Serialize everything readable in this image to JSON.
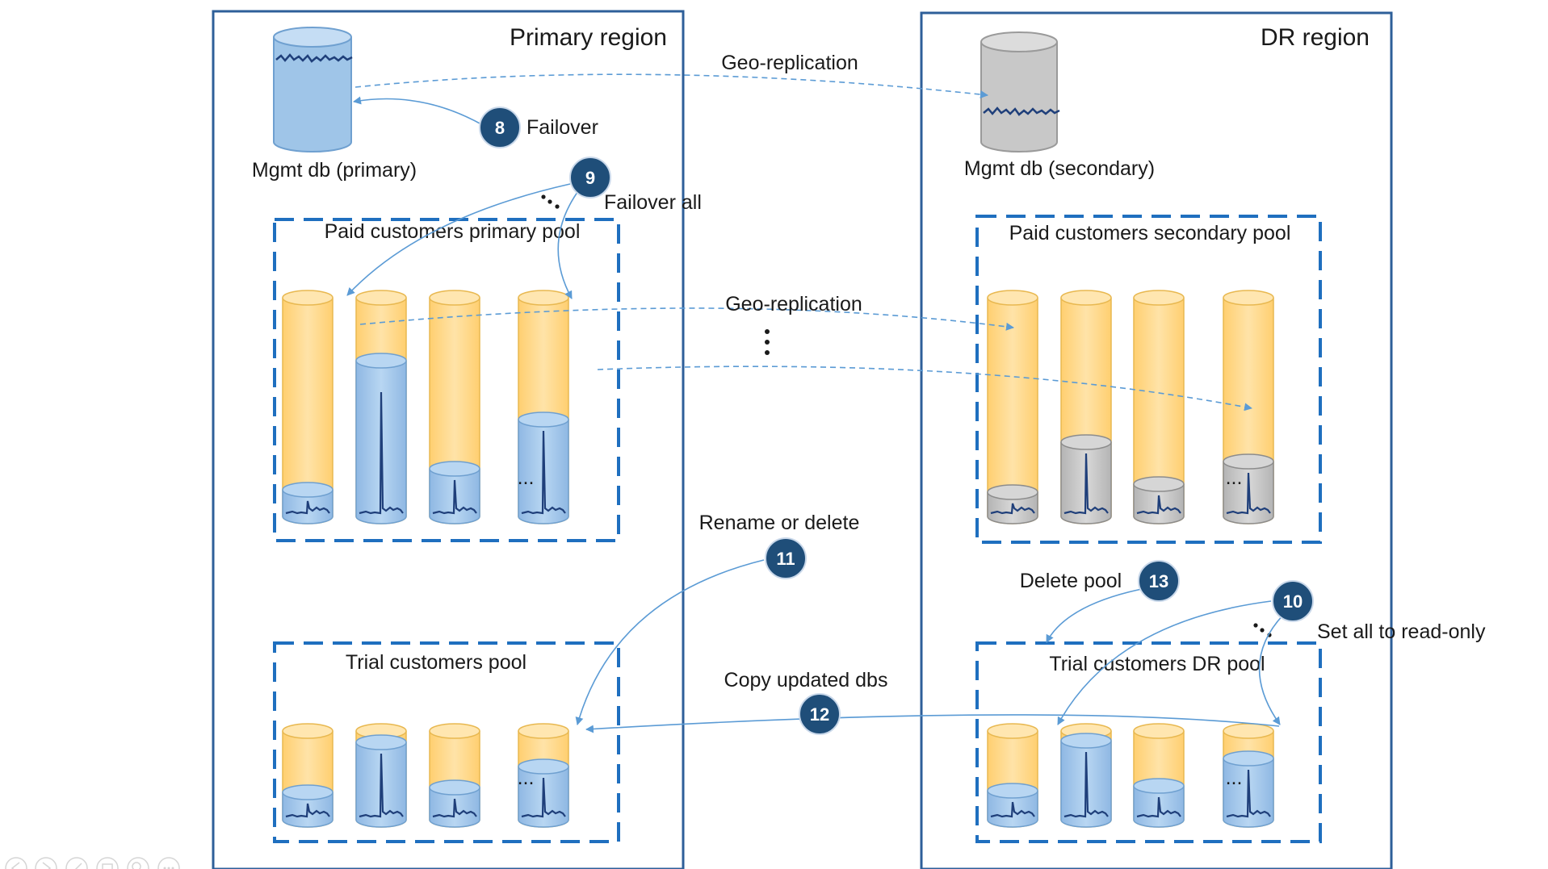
{
  "regions": {
    "primary": {
      "title": "Primary region"
    },
    "dr": {
      "title": "DR region"
    }
  },
  "mgmt": {
    "primary_label": "Mgmt db (primary)",
    "secondary_label": "Mgmt db (secondary)"
  },
  "pools": {
    "paid_primary": "Paid customers primary pool",
    "paid_secondary": "Paid customers secondary pool",
    "trial_primary": "Trial customers pool",
    "trial_dr": "Trial customers DR pool"
  },
  "annotations": {
    "geo_top": "Geo-replication",
    "geo_mid": "Geo-replication",
    "failover": "Failover",
    "failover_all": "Failover all",
    "rename_delete": "Rename or delete",
    "delete_pool": "Delete pool",
    "set_read_only": "Set all to read-only",
    "copy_updated": "Copy updated dbs",
    "ellipsis": "..."
  },
  "steps": {
    "s8": "8",
    "s9": "9",
    "s10": "10",
    "s11": "11",
    "s12": "12",
    "s13": "13"
  },
  "colors": {
    "region_border": "#2e5f99",
    "pool_border": "#1f6fbf",
    "badge": "#1f4e79",
    "orange": "#ffd480",
    "blue": "#9fc5e8",
    "gray": "#c8c8c8",
    "arrow": "#5b9bd5"
  },
  "icons": [
    "database-cylinder-icon",
    "spike-chart-icon",
    "player-control-icons"
  ]
}
